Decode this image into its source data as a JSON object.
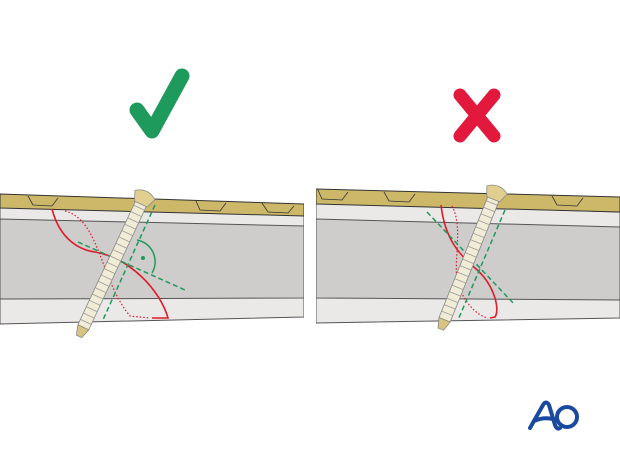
{
  "panels": [
    {
      "verdict": "correct",
      "icon": "checkmark-icon",
      "color": "#1d9a5c"
    },
    {
      "verdict": "incorrect",
      "icon": "cross-icon",
      "color": "#e2183c"
    }
  ],
  "colors": {
    "plate": "#cdb86a",
    "cortex": "#ebe8e8",
    "medulla": "#cfcccc",
    "screw": "#f1ecd6",
    "fracture_line": "#e01b2b",
    "axis_line": "#1d9a5c",
    "logo": "#1a4aa0"
  },
  "logo": {
    "text": "AO"
  }
}
